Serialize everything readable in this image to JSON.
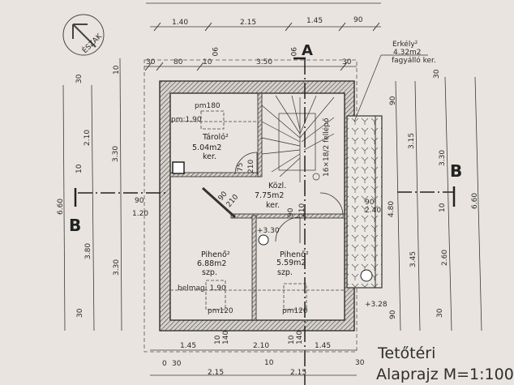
{
  "north_label": "ÉSZAK",
  "section_markers": {
    "a": "A",
    "b": "B"
  },
  "rooms": [
    {
      "name": "Tároló²",
      "area": "5.04m2",
      "floor": "ker."
    },
    {
      "name": "Közl.",
      "area": "7.75m2",
      "floor": "ker."
    },
    {
      "name": "Pihenő²",
      "area": "6.88m2",
      "floor": "szp."
    },
    {
      "name": "Pihenő²",
      "area": "5.59m2",
      "floor": "szp."
    }
  ],
  "balcony": {
    "name": "Erkély²",
    "area": "4.32m2",
    "floor": "fagyálló ker."
  },
  "annotations": {
    "storage_pm": "pm180",
    "storage_height": "pm:1.90",
    "stair": "16×18/2 fellépő",
    "door1_w": "75",
    "door1_h": "210",
    "door2_w": "90",
    "door2_h": "210",
    "door3_w": "90",
    "door3_h": "210",
    "level1": "+3.30",
    "level2": "+3.28",
    "belmag": "belmag: 1.90",
    "pm_left": "pm120",
    "pm_right": "pm120",
    "balcony_90": "90",
    "balcony_240": "2.40",
    "left_90": "90",
    "left_120": "1.20"
  },
  "dimensions": {
    "top_row": [
      "1.40",
      "2.15",
      "1.45",
      "90"
    ],
    "top_row2": [
      "30",
      "80",
      "10",
      "3.50",
      "30"
    ],
    "top_openings": [
      "90",
      "90"
    ],
    "left_outer": [
      "6.60"
    ],
    "left_mid": [
      "30",
      "2.10",
      "10",
      "3.80",
      "30"
    ],
    "left_inner": [
      "10",
      "3.30",
      "3.30"
    ],
    "bottom_row": [
      "1.45",
      "2.10",
      "1.45"
    ],
    "bottom_openings": [
      "10",
      "140",
      "10",
      "140"
    ],
    "bottom_row2": [
      "0",
      "30",
      "2.15",
      "10",
      "2.15",
      "30"
    ],
    "right_1": [
      "90",
      "4.80",
      "90"
    ],
    "right_2": [
      "3.15",
      "3.45"
    ],
    "right_3": [
      "30",
      "3.30",
      "10",
      "2.60",
      "30"
    ],
    "right_4": [
      "6.60"
    ]
  },
  "title": {
    "line1": "Tetőtéri",
    "line2": "Alaprajz  M=1:100"
  }
}
